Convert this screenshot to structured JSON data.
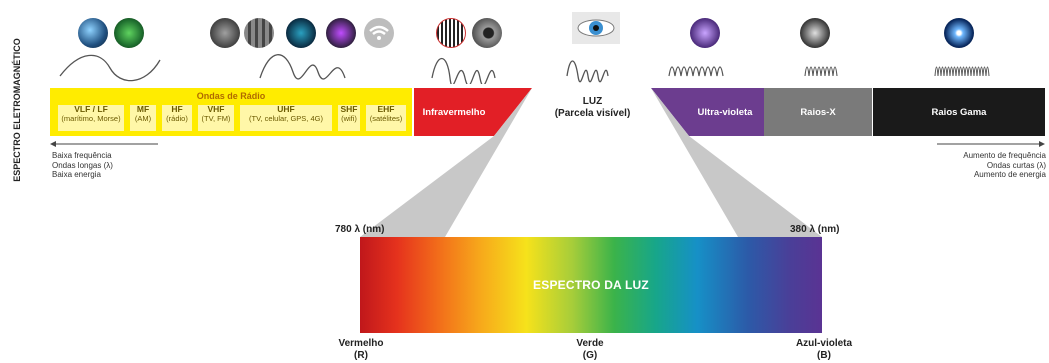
{
  "title": "ESPECTRO ELETROMAGNÉTICO",
  "radio": {
    "title": "Ondas de Rádio",
    "bands": [
      {
        "name": "VLF / LF",
        "desc": "(marítimo, Morse)"
      },
      {
        "name": "MF",
        "desc": "(AM)"
      },
      {
        "name": "HF",
        "desc": "(rádio)"
      },
      {
        "name": "VHF",
        "desc": "(TV, FM)"
      },
      {
        "name": "UHF",
        "desc": "(TV, celular, GPS, 4G)"
      },
      {
        "name": "SHF",
        "desc": "(wifi)"
      },
      {
        "name": "EHF",
        "desc": "(satélites)"
      }
    ]
  },
  "bands": {
    "infrared": "Infravermelho",
    "visible_line1": "LUZ",
    "visible_line2": "(Parcela visível)",
    "uv": "Ultra-violeta",
    "xray": "Raios-X",
    "gamma": "Raios Gama"
  },
  "left_notes": [
    "Baixa frequência",
    "Ondas longas (λ)",
    "Baixa energia"
  ],
  "right_notes": [
    "Aumento de frequência",
    "Ondas curtas (λ)",
    "Aumento de energia"
  ],
  "spectrum": {
    "title": "ESPECTRO DA LUZ",
    "left_nm": "780 λ (nm)",
    "right_nm": "380 λ (nm)",
    "labels": [
      {
        "name": "Vermelho",
        "code": "(R)"
      },
      {
        "name": "Verde",
        "code": "(G)"
      },
      {
        "name": "Azul-violeta",
        "code": "(B)"
      }
    ]
  },
  "icons": [
    "antenna-icon",
    "circuit-board-icon",
    "tablet-icon",
    "server-icon",
    "radar-screen-icon",
    "monitor-icon",
    "wifi-icon",
    "barcode-icon",
    "security-camera-icon",
    "eye-icon",
    "uv-lamp-icon",
    "xray-hand-icon",
    "gamma-burst-icon"
  ],
  "colors": {
    "radio": "#ffec00",
    "infrared": "#e21f26",
    "uv": "#6c3d8f",
    "xray": "#7a7a7a",
    "gamma": "#1a1a1a"
  }
}
